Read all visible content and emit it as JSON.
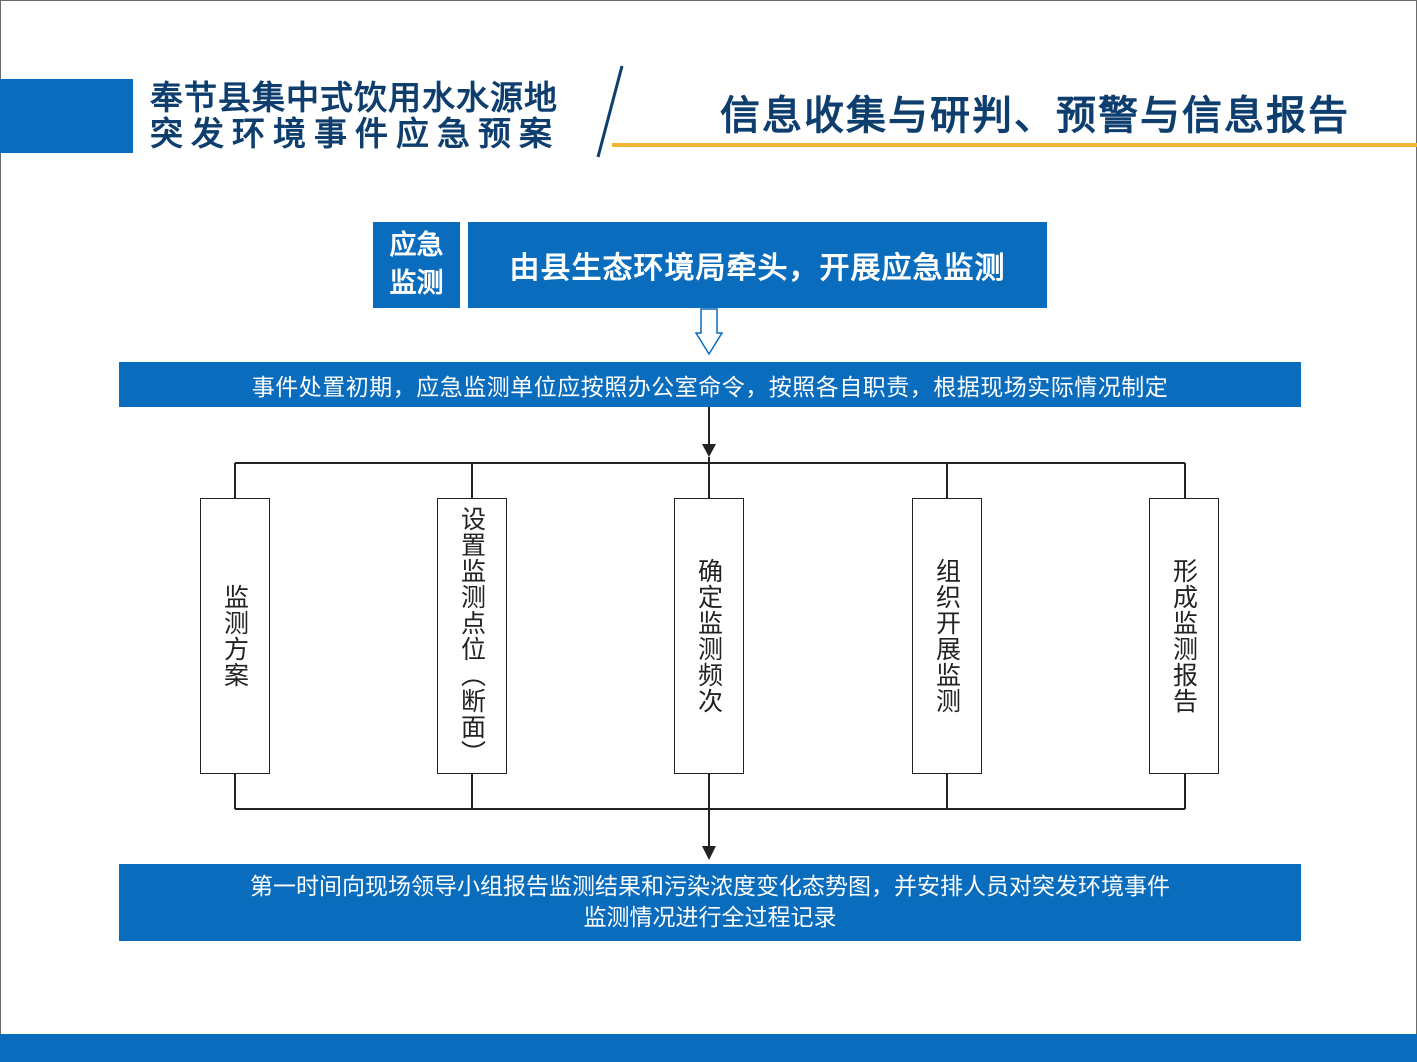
{
  "header": {
    "doc_title_line1": "奉节县集中式饮用水水源地",
    "doc_title_line2": "突发环境事件应急预案",
    "section_title": "信息收集与研判、预警与信息报告"
  },
  "flow": {
    "label_line1": "应急",
    "label_line2": "监测",
    "lead": "由县生态环境局牵头，开展应急监测",
    "step1": "事件处置初期，应急监测单位应按照办公室命令，按照各自职责，根据现场实际情况制定",
    "tasks": [
      "监测方案",
      "设置监测点位（断面）",
      "确定监测频次",
      "组织开展监测",
      "形成监测报告"
    ],
    "final_line1": "第一时间向现场领导小组报告监测结果和污染浓度变化态势图，并安排人员对突发环境事件",
    "final_line2": "监测情况进行全过程记录"
  },
  "colors": {
    "brand_blue": "#0a6cbd",
    "title_navy": "#0d3e6e",
    "accent_gold": "#f2b530"
  },
  "icons": {
    "hollow_arrow": "hollow-down-arrow-icon",
    "solid_arrow": "down-arrow-icon"
  }
}
